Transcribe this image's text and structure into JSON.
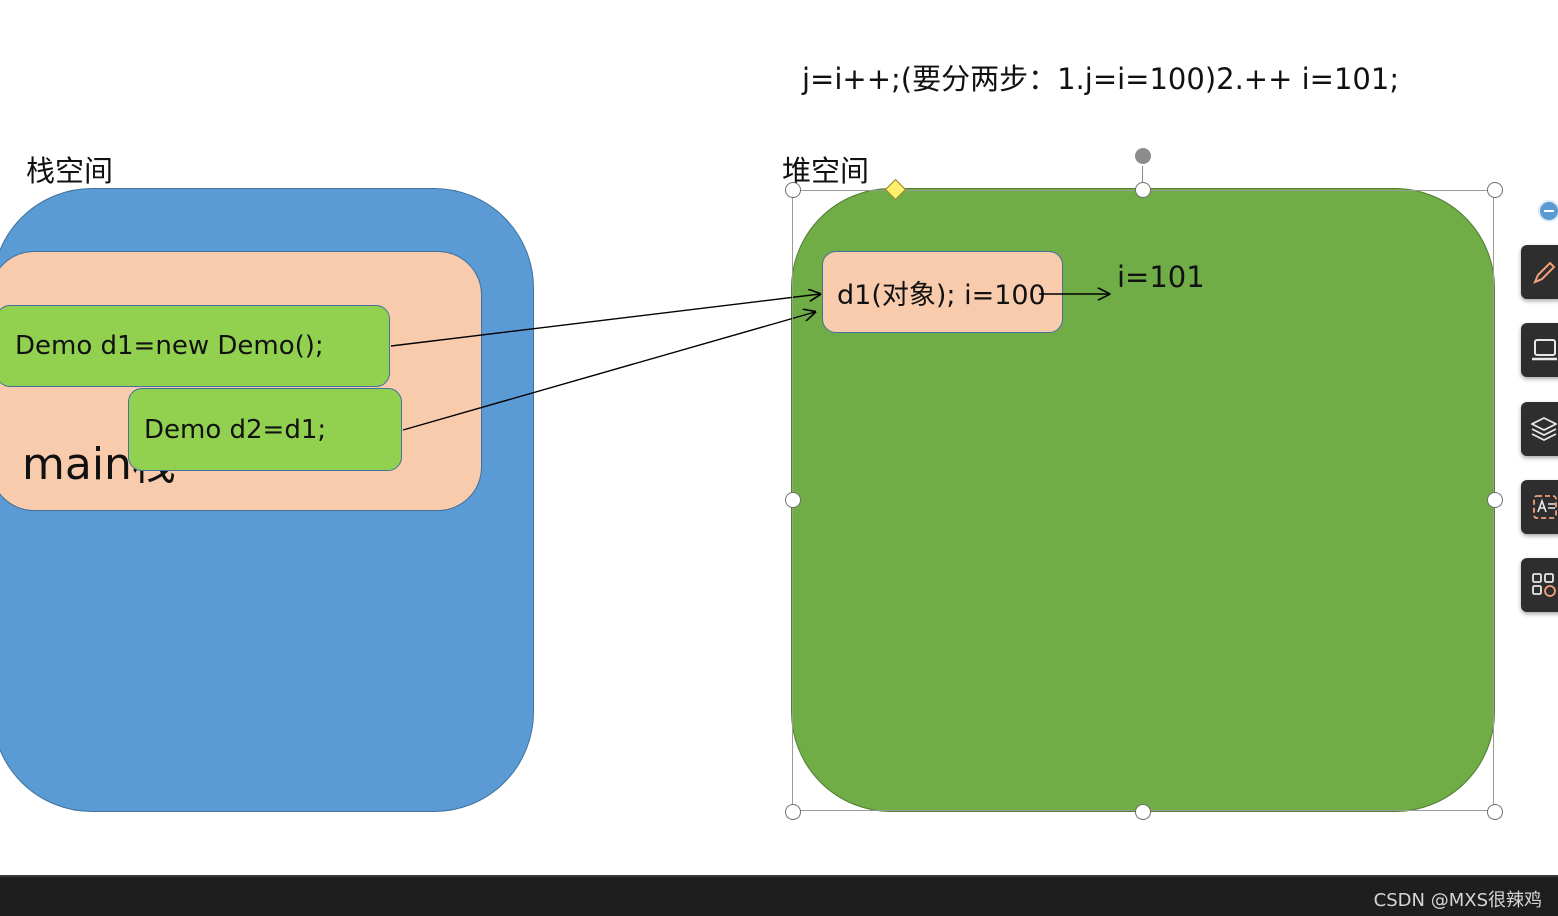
{
  "top_note": "j=i++;(要分两步：1.j=i=100)2.++ i=101;",
  "stack": {
    "title": "栈空间",
    "frame_label": "main栈",
    "var_d1": "Demo d1=new Demo();",
    "var_d2": "Demo d2=d1;"
  },
  "heap": {
    "title": "堆空间",
    "object_label": "d1(对象); i=100",
    "i_after": "i=101"
  },
  "colors": {
    "stack_region": "#5b9bd5",
    "frame": "#f8cbad",
    "variable_box": "#92d050",
    "heap_region": "#70ad47"
  },
  "toolbar": {
    "icons": [
      "pen-icon",
      "laptop-icon",
      "layers-icon",
      "text-recognition-icon",
      "apps-icon"
    ]
  },
  "watermark": "CSDN @MXS很辣鸡"
}
